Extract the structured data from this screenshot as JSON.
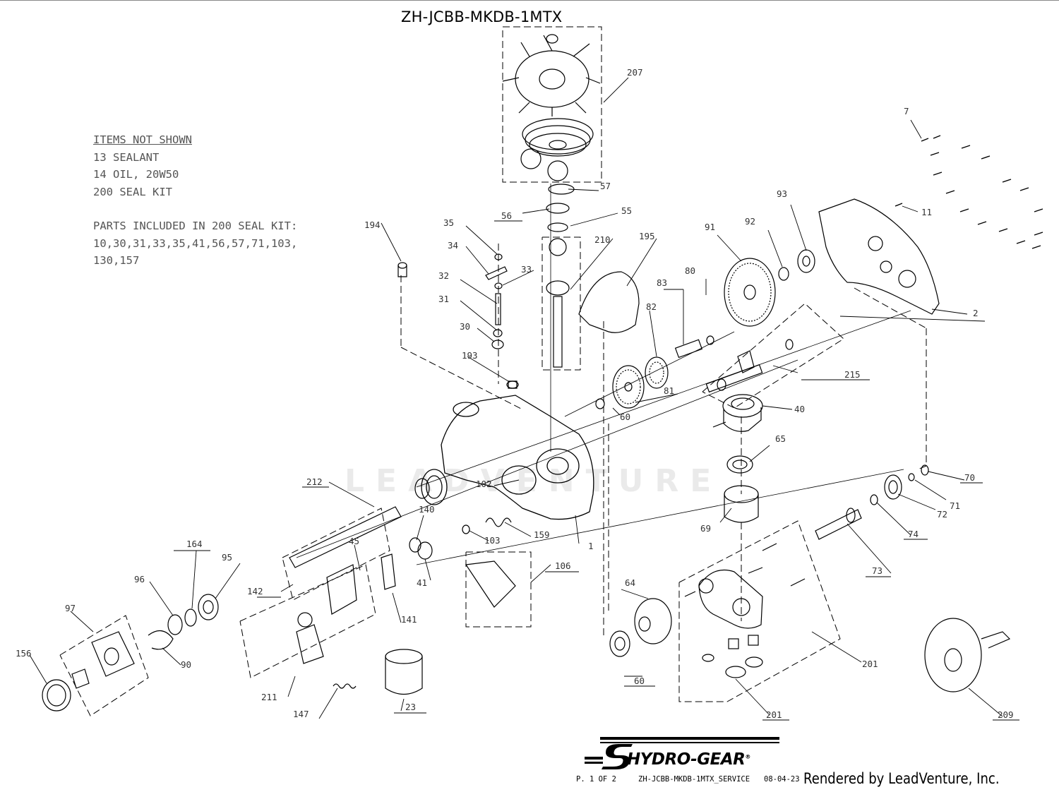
{
  "title": "ZH-JCBB-MKDB-1MTX",
  "notes": {
    "header": "ITEMS NOT SHOWN",
    "items": [
      "13 SEALANT",
      "14 OIL, 20W50",
      "200 SEAL KIT"
    ],
    "kit_header": "PARTS INCLUDED IN 200 SEAL KIT:",
    "kit_lines": [
      "10,30,31,33,35,41,56,57,71,103,",
      "130,157"
    ]
  },
  "watermark": "LEADVENTURE",
  "callouts": [
    "207",
    "57",
    "56",
    "55",
    "7",
    "11",
    "2",
    "93",
    "92",
    "91",
    "80",
    "83",
    "82",
    "81",
    "60",
    "215",
    "40",
    "210",
    "195",
    "194",
    "35",
    "34",
    "33",
    "32",
    "31",
    "30",
    "193",
    "102",
    "212",
    "159",
    "103",
    "1",
    "140",
    "41",
    "45",
    "142",
    "211",
    "147",
    "141",
    "106",
    "23",
    "164",
    "95",
    "96",
    "97",
    "90",
    "156",
    "65",
    "69",
    "64",
    "60",
    "70",
    "71",
    "72",
    "74",
    "73",
    "201",
    "201",
    "209"
  ],
  "logo": {
    "text": "HYDRO-GEAR",
    "registered": "®"
  },
  "footer": {
    "page": "P. 1 OF 2",
    "doc": "ZH-JCBB-MKDB-1MTX_SERVICE",
    "date": "08-04-23"
  },
  "credit": "Rendered by LeadVenture, Inc.",
  "colors": {
    "ink": "#000000",
    "label": "#333333",
    "note": "#555555"
  }
}
